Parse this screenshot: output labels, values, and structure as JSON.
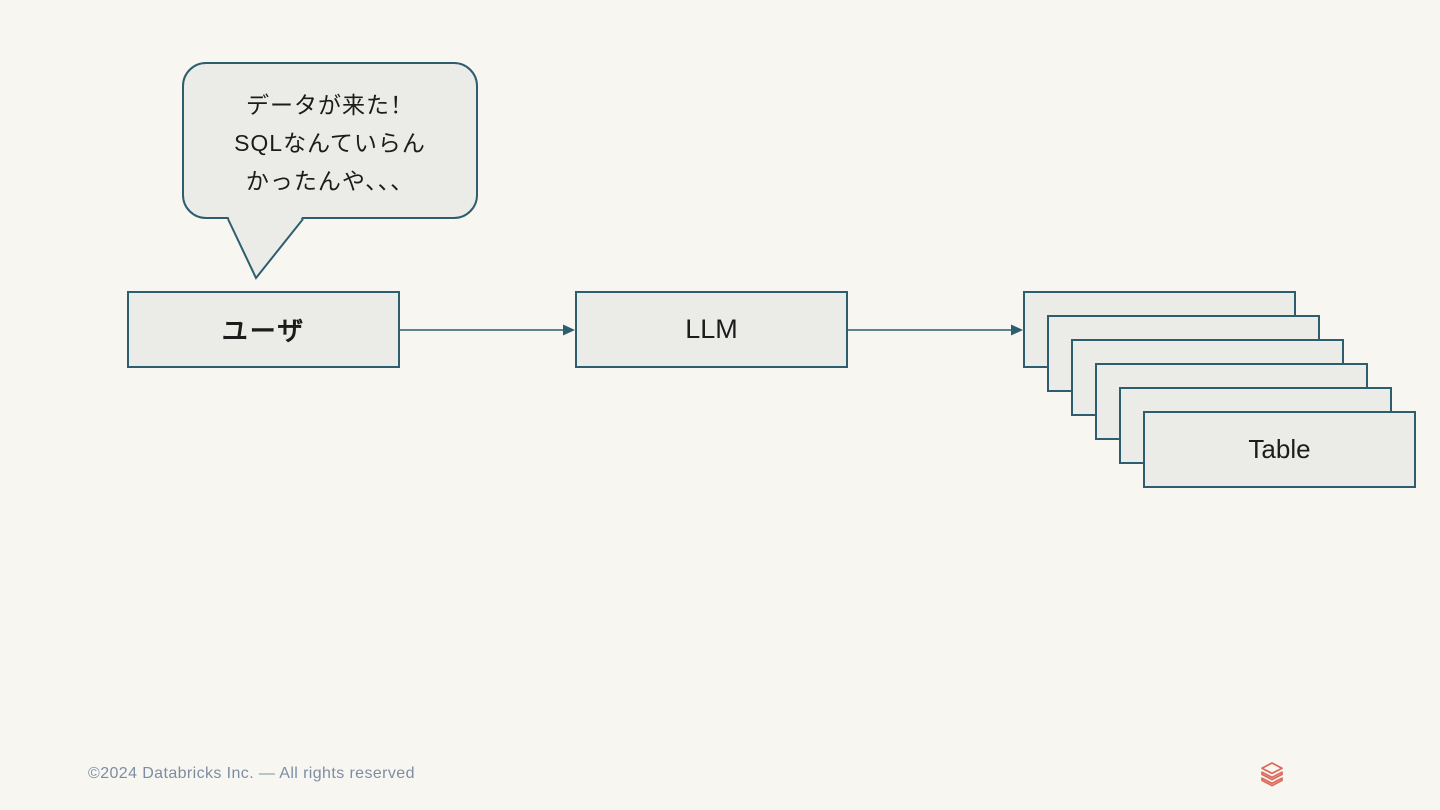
{
  "speech_bubble": {
    "lines": [
      "データが来た！",
      "SQLなんていらん",
      "かったんや、、、"
    ]
  },
  "nodes": {
    "user": {
      "label": "ユーザ"
    },
    "llm": {
      "label": "LLM"
    },
    "table": {
      "label": "Table"
    }
  },
  "table_stack": {
    "layer_count": 6
  },
  "footer": {
    "copyright": "©2024 Databricks Inc. — All rights reserved"
  },
  "icons": {
    "logo": "databricks-layers-icon"
  },
  "colors": {
    "background": "#f7f6f1",
    "fill": "#ebebe7",
    "border": "#2e5d6f",
    "text": "#1c1c1c",
    "footer_text": "#7d8da4",
    "logo": "#dc695a"
  }
}
